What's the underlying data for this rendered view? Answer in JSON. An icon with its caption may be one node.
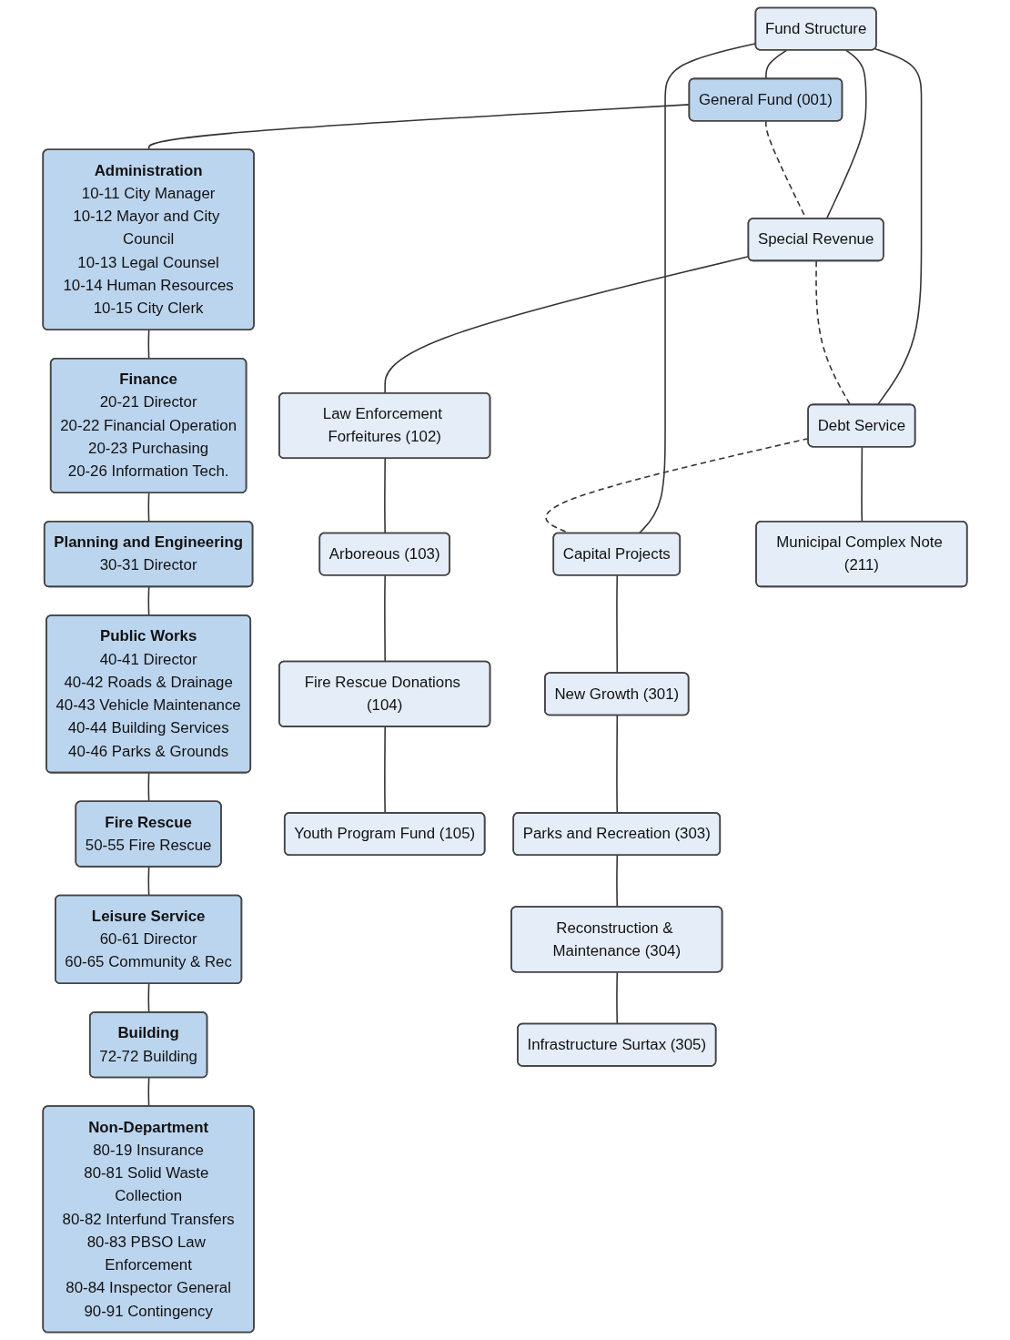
{
  "diagram": {
    "nodes": [
      {
        "text": [
          "Fund Structure"
        ]
      },
      {
        "text": [
          "General Fund (001)"
        ]
      },
      {
        "text": [
          "Special Revenue"
        ]
      },
      {
        "text": [
          "Debt Service"
        ]
      },
      {
        "text": [
          "Capital Projects"
        ]
      },
      {
        "text": [
          "Administration",
          "10-11 City Manager",
          "10-12 Mayor and City Council",
          "10-13 Legal Counsel",
          "10-14 Human Resources",
          "10-15 City Clerk"
        ]
      },
      {
        "text": [
          "Finance",
          "20-21 Director",
          "20-22 Financial Operation",
          "20-23 Purchasing",
          "20-26 Information Tech."
        ]
      },
      {
        "text": [
          "Planning and Engineering",
          "30-31 Director"
        ]
      },
      {
        "text": [
          "Public Works",
          "40-41 Director",
          "40-42 Roads & Drainage",
          "40-43 Vehicle Maintenance",
          "40-44 Building Services",
          "40-46 Parks & Grounds"
        ]
      },
      {
        "text": [
          "Fire Rescue",
          "50-55 Fire Rescue"
        ]
      },
      {
        "text": [
          "Leisure Service",
          "60-61 Director",
          "60-65 Community & Rec"
        ]
      },
      {
        "text": [
          "Building",
          "72-72 Building"
        ]
      },
      {
        "text": [
          "Non-Department",
          "80-19 Insurance",
          "80-81 Solid Waste Collection",
          "80-82 Interfund Transfers",
          "80-83 PBSO Law Enforcement",
          "80-84 Inspector General",
          "90-91 Contingency"
        ]
      },
      {
        "text": [
          "Law Enforcement Forfeitures (102)"
        ]
      },
      {
        "text": [
          "Arboreous (103)"
        ]
      },
      {
        "text": [
          "Fire Rescue Donations (104)"
        ]
      },
      {
        "text": [
          "Youth Program Fund (105)"
        ]
      },
      {
        "text": [
          "Municipal Complex Note (211)"
        ]
      },
      {
        "text": [
          "New Growth (301)"
        ]
      },
      {
        "text": [
          "Parks and Recreation (303)"
        ]
      },
      {
        "text": [
          "Reconstruction & Maintenance (304)"
        ]
      },
      {
        "text": [
          "Infrastructure Surtax (305)"
        ]
      }
    ],
    "edges": [
      {
        "from": 0,
        "to": 1,
        "arrow": "none"
      },
      {
        "from": 0,
        "to": 2,
        "arrow": "none"
      },
      {
        "from": 0,
        "to": 3,
        "arrow": "none"
      },
      {
        "from": 0,
        "to": 4,
        "arrow": "none"
      },
      {
        "from": 1,
        "to": 2,
        "arrow": "none",
        "style": "dashed"
      },
      {
        "from": 2,
        "to": 3,
        "arrow": "none",
        "style": "dashed"
      },
      {
        "from": 3,
        "to": 4,
        "arrow": "none",
        "style": "dashed"
      },
      {
        "from": 1,
        "to": 5,
        "arrow": "none"
      },
      {
        "from": 5,
        "to": 6,
        "arrow": "none"
      },
      {
        "from": 6,
        "to": 7,
        "arrow": "none"
      },
      {
        "from": 7,
        "to": 8,
        "arrow": "none"
      },
      {
        "from": 8,
        "to": 9,
        "arrow": "none"
      },
      {
        "from": 9,
        "to": 10,
        "arrow": "none"
      },
      {
        "from": 10,
        "to": 11,
        "arrow": "none"
      },
      {
        "from": 11,
        "to": 12,
        "arrow": "none"
      },
      {
        "from": 2,
        "to": 13,
        "arrow": "none"
      },
      {
        "from": 13,
        "to": 14,
        "arrow": "none"
      },
      {
        "from": 14,
        "to": 15,
        "arrow": "none"
      },
      {
        "from": 15,
        "to": 16,
        "arrow": "none"
      },
      {
        "from": 3,
        "to": 17,
        "arrow": "none"
      },
      {
        "from": 4,
        "to": 18,
        "arrow": "none"
      },
      {
        "from": 18,
        "to": 19,
        "arrow": "none"
      },
      {
        "from": 19,
        "to": 20,
        "arrow": "none"
      },
      {
        "from": 20,
        "to": 21,
        "arrow": "none"
      }
    ]
  }
}
